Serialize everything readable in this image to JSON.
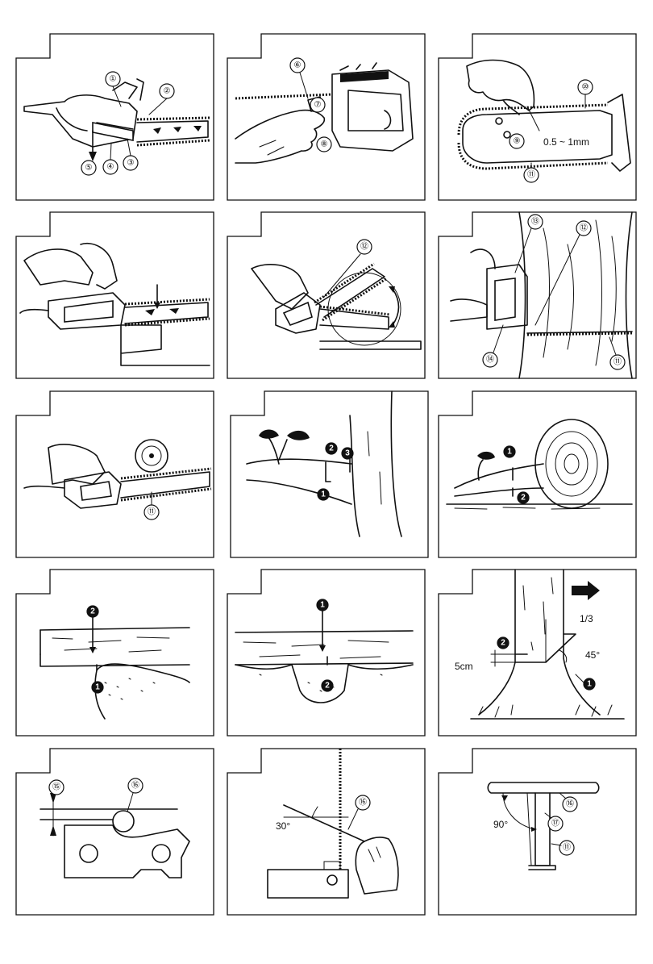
{
  "panels": [
    {
      "id": "p1",
      "labels": [
        "①",
        "②",
        "③",
        "④",
        "⑤"
      ]
    },
    {
      "id": "p2",
      "labels": [
        "⑥",
        "⑦",
        "⑧"
      ]
    },
    {
      "id": "p3",
      "labels": [
        "⑨",
        "⑩",
        "⑪"
      ],
      "measurement": "0.5 ~ 1mm"
    },
    {
      "id": "p4",
      "labels": []
    },
    {
      "id": "p5",
      "labels": [
        "⑫"
      ]
    },
    {
      "id": "p6",
      "labels": [
        "⑬",
        "⑫",
        "⑭",
        "⑪"
      ]
    },
    {
      "id": "p7",
      "labels": [
        "⑪"
      ]
    },
    {
      "id": "p8",
      "labels": [
        "1",
        "2",
        "3"
      ]
    },
    {
      "id": "p9",
      "labels": [
        "1",
        "2"
      ]
    },
    {
      "id": "p10",
      "labels": [
        "2",
        "1"
      ]
    },
    {
      "id": "p11",
      "labels": [
        "1",
        "2"
      ]
    },
    {
      "id": "p12",
      "labels": [
        "2",
        "1"
      ],
      "fraction": "1/3",
      "angle": "45°",
      "height": "5cm"
    },
    {
      "id": "p13",
      "labels": [
        "⑮",
        "⑯"
      ]
    },
    {
      "id": "p14",
      "labels": [
        "⑯"
      ],
      "angle": "30°"
    },
    {
      "id": "p15",
      "labels": [
        "⑯",
        "⑰",
        "⑪"
      ],
      "angle": "90°"
    }
  ]
}
